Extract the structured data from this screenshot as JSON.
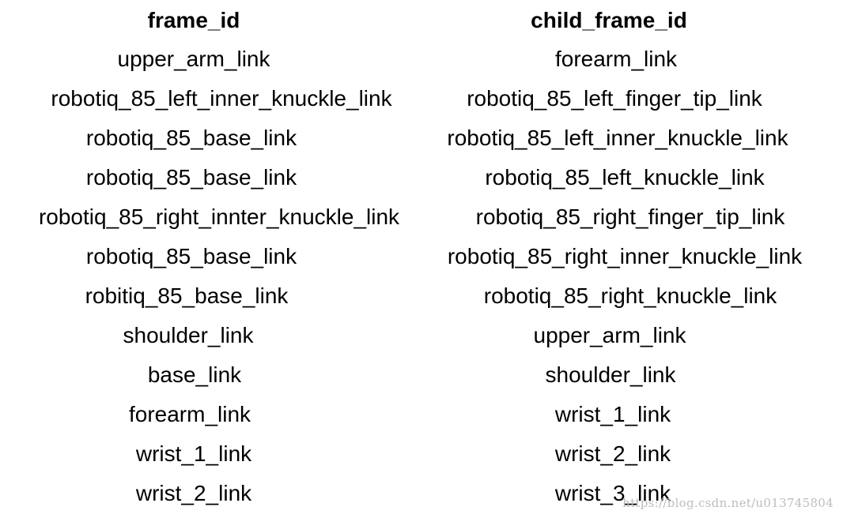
{
  "headers": {
    "frame_id": "frame_id",
    "child_frame_id": "child_frame_id"
  },
  "rows": [
    {
      "frame_id": "upper_arm_link",
      "child_frame_id": "forearm_link"
    },
    {
      "frame_id": "robotiq_85_left_inner_knuckle_link",
      "child_frame_id": "robotiq_85_left_finger_tip_link"
    },
    {
      "frame_id": "robotiq_85_base_link",
      "child_frame_id": "robotiq_85_left_inner_knuckle_link"
    },
    {
      "frame_id": "robotiq_85_base_link",
      "child_frame_id": "robotiq_85_left_knuckle_link"
    },
    {
      "frame_id": "robotiq_85_right_innter_knuckle_link",
      "child_frame_id": "robotiq_85_right_finger_tip_link"
    },
    {
      "frame_id": "robotiq_85_base_link",
      "child_frame_id": "robotiq_85_right_inner_knuckle_link"
    },
    {
      "frame_id": "robitiq_85_base_link",
      "child_frame_id": "robotiq_85_right_knuckle_link"
    },
    {
      "frame_id": "shoulder_link",
      "child_frame_id": "upper_arm_link"
    },
    {
      "frame_id": "base_link",
      "child_frame_id": "shoulder_link"
    },
    {
      "frame_id": "forearm_link",
      "child_frame_id": "wrist_1_link"
    },
    {
      "frame_id": "wrist_1_link",
      "child_frame_id": "wrist_2_link"
    },
    {
      "frame_id": "wrist_2_link",
      "child_frame_id": "wrist_3_link"
    }
  ],
  "watermark": "https://blog.csdn.net/u013745804"
}
